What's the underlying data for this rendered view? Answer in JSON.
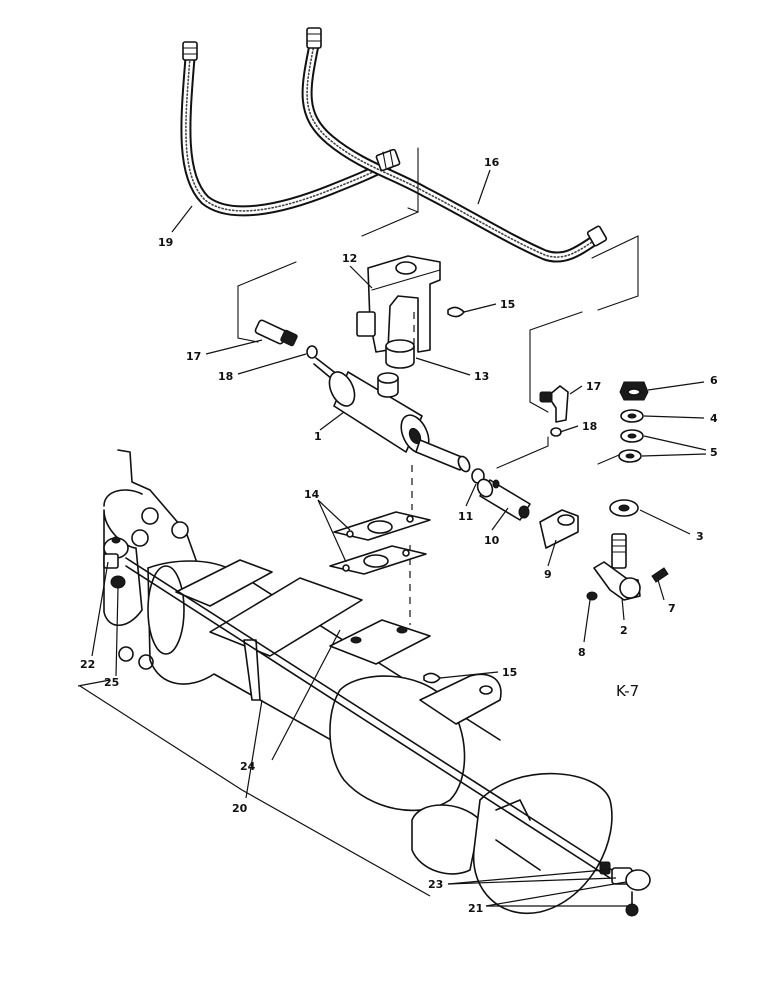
{
  "diagram": {
    "code": "K-7",
    "callouts": [
      {
        "id": "c1",
        "text": "1"
      },
      {
        "id": "c2",
        "text": "2"
      },
      {
        "id": "c3",
        "text": "3"
      },
      {
        "id": "c4",
        "text": "4"
      },
      {
        "id": "c5",
        "text": "5"
      },
      {
        "id": "c6",
        "text": "6"
      },
      {
        "id": "c7",
        "text": "7"
      },
      {
        "id": "c8",
        "text": "8"
      },
      {
        "id": "c9",
        "text": "9"
      },
      {
        "id": "c10",
        "text": "10"
      },
      {
        "id": "c11",
        "text": "11"
      },
      {
        "id": "c12",
        "text": "12"
      },
      {
        "id": "c13",
        "text": "13"
      },
      {
        "id": "c14",
        "text": "14"
      },
      {
        "id": "c15a",
        "text": "15"
      },
      {
        "id": "c15b",
        "text": "15"
      },
      {
        "id": "c16",
        "text": "16"
      },
      {
        "id": "c17a",
        "text": "17"
      },
      {
        "id": "c17b",
        "text": "17"
      },
      {
        "id": "c18a",
        "text": "18"
      },
      {
        "id": "c18b",
        "text": "18"
      },
      {
        "id": "c19",
        "text": "19"
      },
      {
        "id": "c20",
        "text": "20"
      },
      {
        "id": "c21",
        "text": "21"
      },
      {
        "id": "c22",
        "text": "22"
      },
      {
        "id": "c23",
        "text": "23"
      },
      {
        "id": "c24",
        "text": "24"
      },
      {
        "id": "c25",
        "text": "25"
      }
    ]
  }
}
